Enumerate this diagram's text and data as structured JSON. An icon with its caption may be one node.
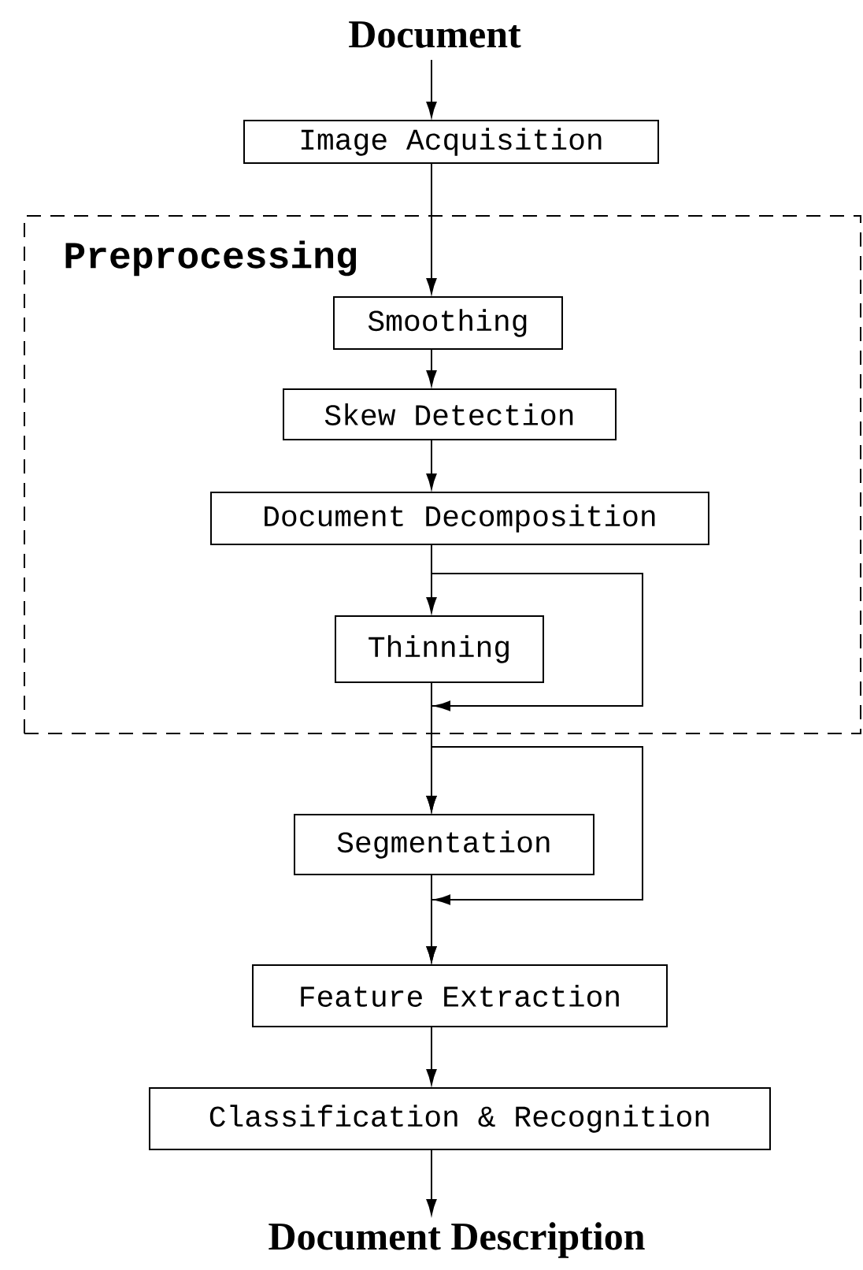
{
  "diagram": {
    "nodes": [
      {
        "text": [
          "Document"
        ]
      },
      {
        "text": [
          "Image Acquisition"
        ]
      },
      {
        "text": [
          "Preprocessing"
        ]
      },
      {
        "text": [
          "Smoothing"
        ],
        "in": 2
      },
      {
        "text": [
          "Skew Detection"
        ],
        "in": 2
      },
      {
        "text": [
          "Document Decomposition"
        ],
        "in": 2
      },
      {
        "text": [
          "Thinning"
        ],
        "in": 2
      },
      {
        "text": [
          "Segmentation"
        ]
      },
      {
        "text": [
          "Feature Extraction"
        ]
      },
      {
        "text": [
          "Classification & Recognition"
        ]
      },
      {
        "text": [
          "Document Description"
        ]
      }
    ],
    "edges": [
      {
        "from": 0,
        "to": 1,
        "arrow": "to"
      },
      {
        "from": 1,
        "to": 3,
        "arrow": "to"
      },
      {
        "from": 3,
        "to": 4,
        "arrow": "to"
      },
      {
        "from": 4,
        "to": 5,
        "arrow": "to"
      },
      {
        "from": 5,
        "to": 6,
        "arrow": "to"
      },
      {
        "from": 6,
        "to": 7,
        "arrow": "to"
      },
      {
        "from": 5,
        "to": 7,
        "arrow": "to"
      },
      {
        "from": 7,
        "to": 8,
        "arrow": "to"
      },
      {
        "from": 6,
        "to": 8,
        "arrow": "to"
      },
      {
        "from": 8,
        "to": 9,
        "arrow": "to"
      },
      {
        "from": 9,
        "to": 10,
        "arrow": "to"
      }
    ]
  }
}
